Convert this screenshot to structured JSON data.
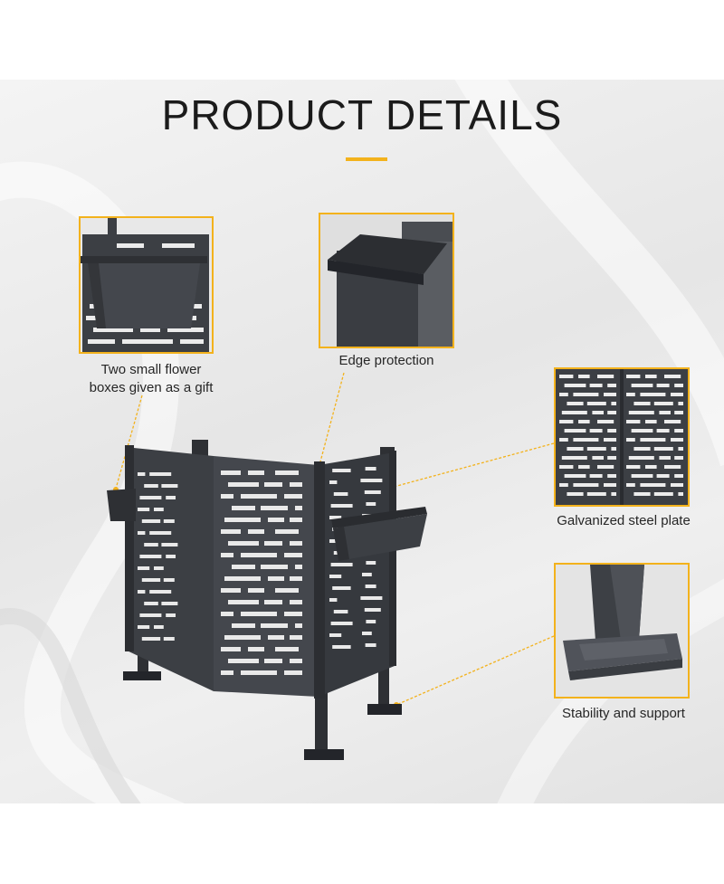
{
  "page": {
    "title": "PRODUCT DETAILS",
    "accent_color": "#f3b21c",
    "product_color": "#3c3f44"
  },
  "callouts": [
    {
      "id": "flower-box",
      "label_lines": [
        "Two small flower",
        "boxes given as a gift"
      ]
    },
    {
      "id": "edge",
      "label_lines": [
        "Edge protection"
      ]
    },
    {
      "id": "plate",
      "label_lines": [
        "Galvanized steel plate"
      ]
    },
    {
      "id": "base",
      "label_lines": [
        "Stability and support"
      ]
    }
  ]
}
